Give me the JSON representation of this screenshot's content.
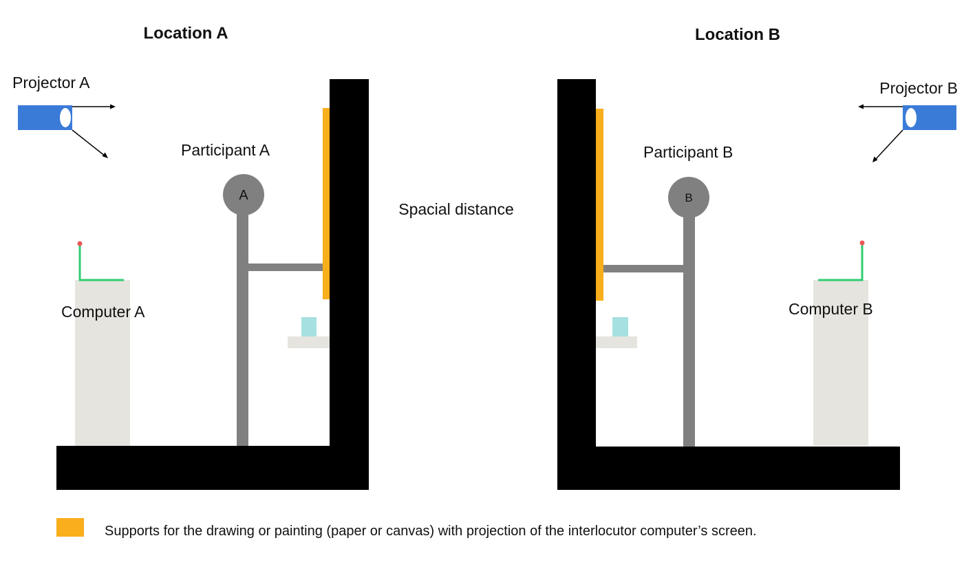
{
  "locations": {
    "a": {
      "title": "Location A",
      "projector": "Projector A",
      "participant": "Participant A",
      "participant_initial": "A",
      "computer": "Computer A"
    },
    "b": {
      "title": "Location B",
      "projector": "Projector B",
      "participant": "Participant B",
      "participant_initial": "B",
      "computer": "Computer B"
    }
  },
  "middle_label": "Spacial distance",
  "legend": {
    "text": "Supports for the drawing or painting (paper or canvas) with projection of the interlocutor computer’s screen."
  },
  "colors": {
    "support": "#F9AE1B",
    "wall": "#000000",
    "projector": "#3B7BD8",
    "participant": "#808080",
    "computer": "#E6E4DE",
    "cup": "#A6E0E0",
    "tray": "#E6E4DE",
    "mouse_stand": "#2ECC71",
    "mouse_dot": "#EE5555"
  }
}
